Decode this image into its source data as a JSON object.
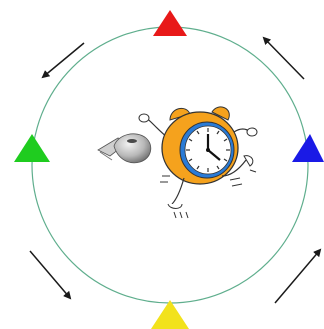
{
  "diagram": {
    "ring_color": "#5fae8d",
    "markers": [
      {
        "name": "top-marker",
        "color": "#e81919"
      },
      {
        "name": "left-marker",
        "color": "#1fcc1f"
      },
      {
        "name": "right-marker",
        "color": "#1a1ae6"
      },
      {
        "name": "bottom-marker",
        "color": "#f2e21c"
      }
    ],
    "arrows": {
      "direction": "counter-clockwise",
      "color": "#1a1a1a"
    },
    "center_icons": [
      "whistle-icon",
      "alarm-clock-icon"
    ],
    "clock_face_color": "#2a7bd6",
    "clock_body_color": "#f5a21d"
  }
}
